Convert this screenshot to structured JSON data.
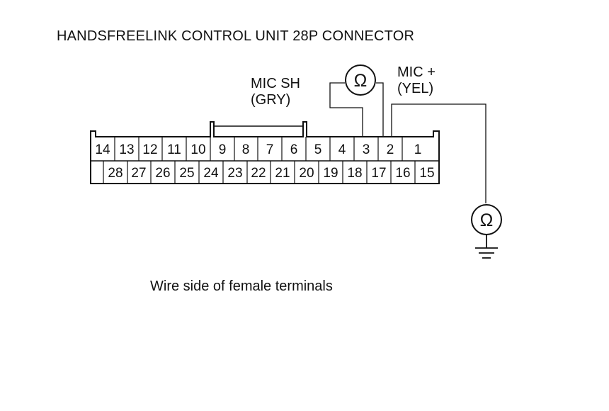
{
  "diagram": {
    "title": "HANDSFREELINK CONTROL UNIT 28P CONNECTOR",
    "caption": "Wire side of female terminals",
    "labels": {
      "mic_sh": [
        "MIC SH",
        "(GRY)"
      ],
      "mic_plus": [
        "MIC +",
        "(YEL)"
      ]
    },
    "meter_symbol": "Ω",
    "connector": {
      "top_row": [
        "14",
        "13",
        "12",
        "11",
        "10",
        "9",
        "8",
        "7",
        "6",
        "5",
        "4",
        "3",
        "2",
        "1"
      ],
      "bottom_row": [
        "",
        "28",
        "27",
        "26",
        "25",
        "24",
        "23",
        "22",
        "21",
        "20",
        "19",
        "18",
        "17",
        "16",
        "15"
      ]
    },
    "line_color": "#111111"
  }
}
